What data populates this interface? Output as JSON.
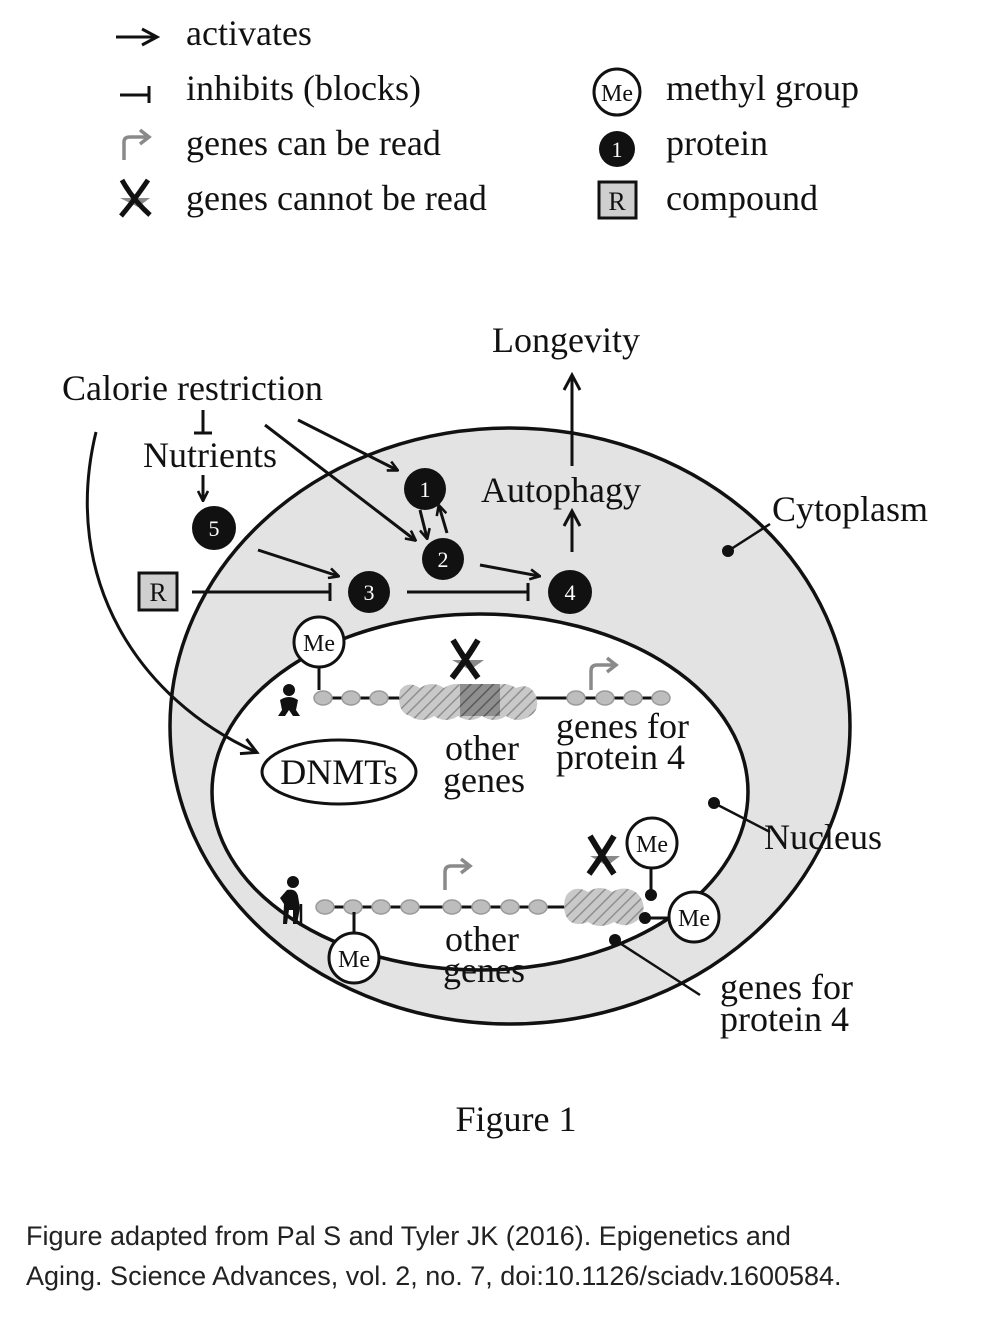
{
  "legend": {
    "activates": "activates",
    "inhibits": "inhibits (blocks)",
    "genes_read": "genes can be read",
    "genes_not_read": "genes cannot be read",
    "methyl": "methyl group",
    "protein": "protein",
    "compound": "compound",
    "methyl_symbol": "Me",
    "protein_symbol": "1",
    "compound_symbol": "R"
  },
  "labels": {
    "longevity": "Longevity",
    "calorie_restriction": "Calorie restriction",
    "nutrients": "Nutrients",
    "autophagy": "Autophagy",
    "cytoplasm": "Cytoplasm",
    "nucleus": "Nucleus",
    "dnmts": "DNMTs",
    "other_genes_top_1": "other",
    "other_genes_top_2": "genes",
    "genes_p4_top_1": "genes for",
    "genes_p4_top_2": "protein 4",
    "other_genes_bottom_1": "other",
    "other_genes_bottom_2": "genes",
    "genes_p4_bottom_1": "genes for",
    "genes_p4_bottom_2": "protein 4",
    "compound_r": "R",
    "methyl": "Me"
  },
  "proteins": {
    "p1": "1",
    "p2": "2",
    "p3": "3",
    "p4": "4",
    "p5": "5"
  },
  "figure_title": "Figure 1",
  "citation": {
    "line1": "Figure adapted from Pal S and Tyler JK (2016). Epigenetics and",
    "line2": "Aging. Science Advances, vol. 2, no. 7, doi:10.1126/sciadv.1600584."
  },
  "colors": {
    "cytoplasm_fill": "#e3e3e3",
    "nucleus_fill": "#ffffff",
    "protein_fill": "#111111",
    "compound_fill": "#cfcfcf",
    "gene_bead": "#bdbdbd",
    "arrow_gray": "#8a8a8a"
  }
}
